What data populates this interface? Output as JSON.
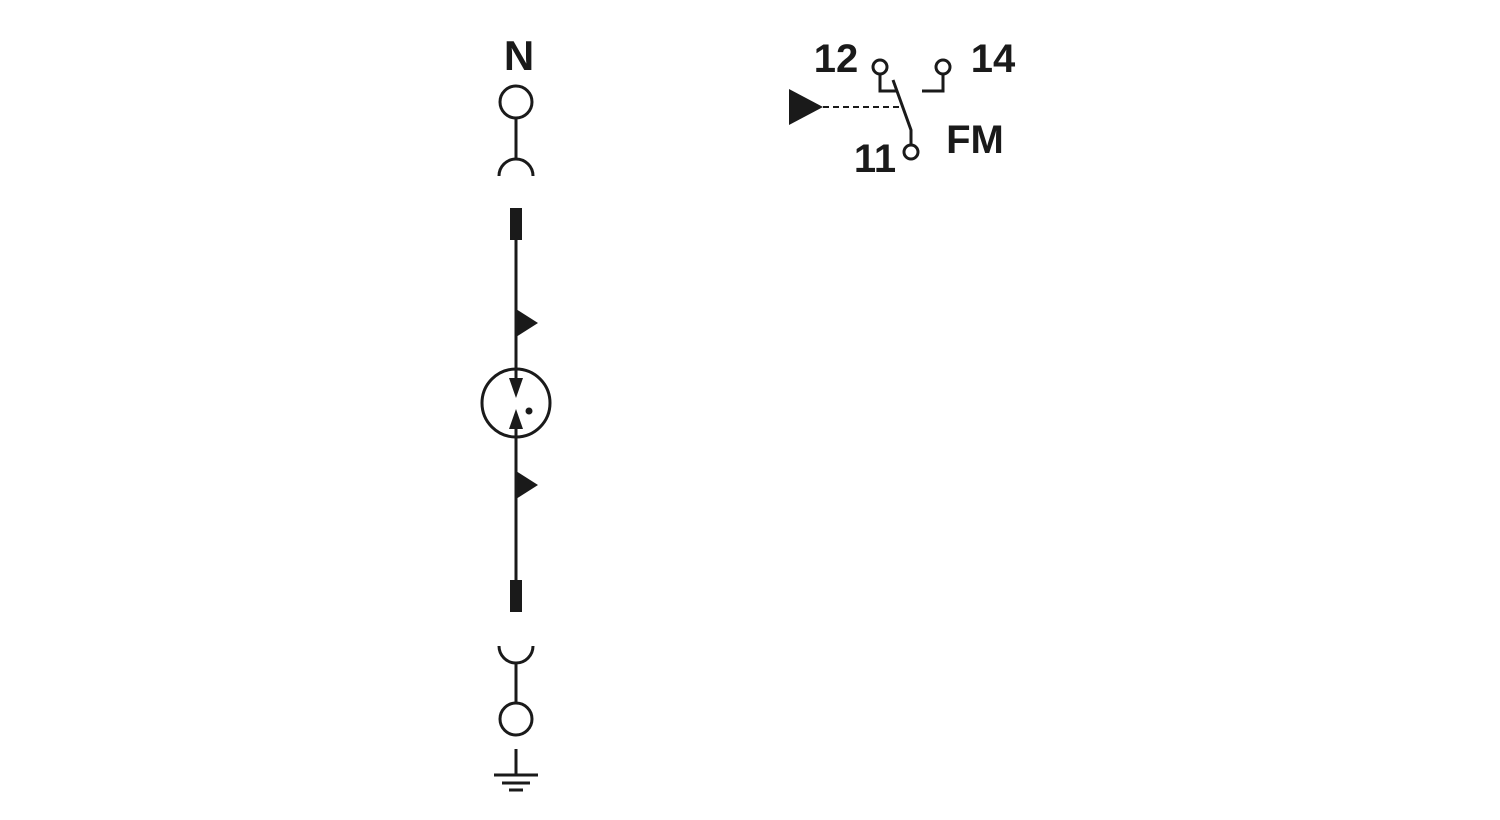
{
  "diagram": {
    "terminal_top_label": "N",
    "remote_contact": {
      "label_nc": "12",
      "label_no": "14",
      "label_common": "11",
      "label_fm": "FM"
    }
  },
  "colors": {
    "ink": "#1a1a1a",
    "background": "#ffffff"
  },
  "icons": [
    "terminal-circle-icon",
    "plug-connector-icon",
    "socket-connector-icon",
    "thermal-disconnect-flag-icon",
    "spark-gap-icon",
    "ground-icon",
    "changeover-contact-icon",
    "actuator-triangle-icon"
  ]
}
